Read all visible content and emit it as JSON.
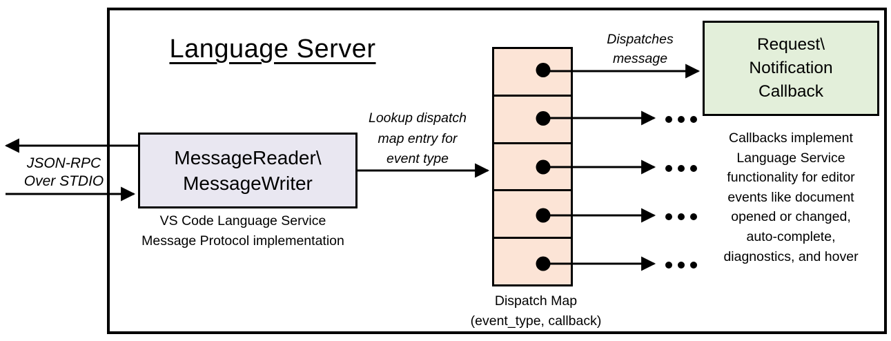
{
  "diagram": {
    "title": "Language Server",
    "io_label": {
      "line1": "JSON-RPC",
      "line2": "Over STDIO"
    },
    "message_box": {
      "line1": "MessageReader\\",
      "line2": "MessageWriter",
      "caption_line1": "VS Code Language Service",
      "caption_line2": "Message Protocol implementation"
    },
    "lookup_label": {
      "line1": "Lookup dispatch",
      "line2": "map entry for",
      "line3": "event type"
    },
    "dispatches_label": {
      "line1": "Dispatches",
      "line2": "message"
    },
    "dispatch_map": {
      "rows": 5,
      "caption_line1": "Dispatch Map",
      "caption_line2": "(event_type, callback)"
    },
    "callback_box": {
      "line1": "Request\\",
      "line2": "Notification",
      "line3": "Callback"
    },
    "callback_note": {
      "line1": "Callbacks implement",
      "line2": "Language Service",
      "line3": "functionality for editor",
      "line4": "events like document",
      "line5": "opened or changed,",
      "line6": "auto-complete,",
      "line7": "diagnostics, and hover"
    },
    "colors": {
      "message_box_fill": "#e9e7f1",
      "dispatch_map_fill": "#fce4d6",
      "callback_box_fill": "#e3efda",
      "stroke": "#000000",
      "background": "#ffffff"
    }
  }
}
